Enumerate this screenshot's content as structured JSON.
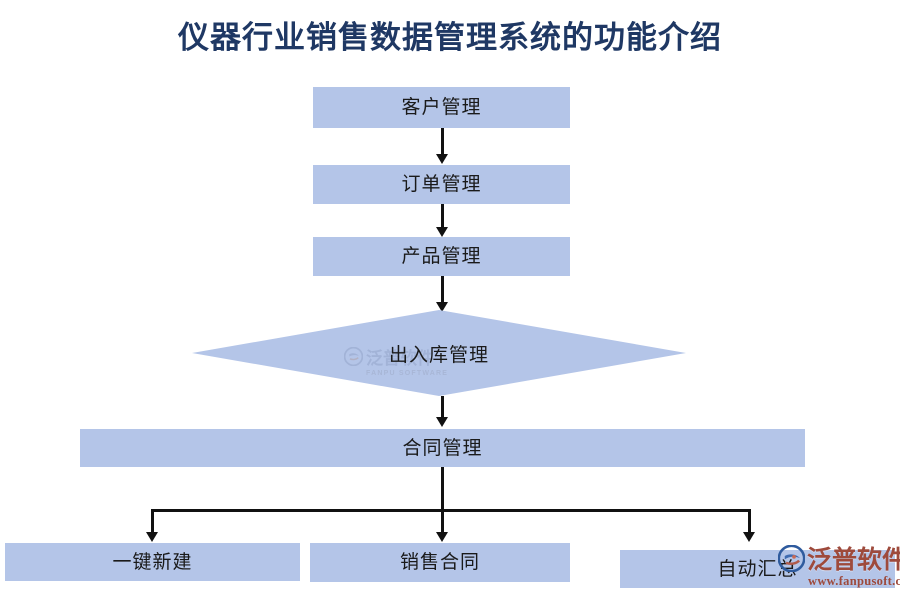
{
  "page": {
    "title": "仪器行业销售数据管理系统的功能介绍",
    "title_color": "#1F3864",
    "background_color": "#FFFFFF"
  },
  "theme": {
    "node_fill": "#B4C5E8",
    "node_text_color": "#1A1A1A",
    "connector_color": "#111111",
    "watermark_corner_color": "#9E4A3C",
    "watermark_center_color": "#8E9EC4"
  },
  "chart_data": {
    "type": "diagram",
    "title": "仪器行业销售数据管理系统的功能介绍",
    "flow": [
      {
        "id": "customer",
        "label": "客户管理",
        "shape": "rect"
      },
      {
        "id": "order",
        "label": "订单管理",
        "shape": "rect"
      },
      {
        "id": "product",
        "label": "产品管理",
        "shape": "rect"
      },
      {
        "id": "warehouse",
        "label": "出入库管理",
        "shape": "diamond"
      },
      {
        "id": "contract",
        "label": "合同管理",
        "shape": "rect-wide"
      },
      {
        "id": "quicknew",
        "label": "一键新建",
        "shape": "rect"
      },
      {
        "id": "salescontract",
        "label": "销售合同",
        "shape": "rect"
      },
      {
        "id": "autosum",
        "label": "自动汇总",
        "shape": "rect"
      }
    ],
    "edges": [
      {
        "from": "customer",
        "to": "order"
      },
      {
        "from": "order",
        "to": "product"
      },
      {
        "from": "product",
        "to": "warehouse"
      },
      {
        "from": "warehouse",
        "to": "contract"
      },
      {
        "from": "contract",
        "to": "quicknew"
      },
      {
        "from": "contract",
        "to": "salescontract"
      },
      {
        "from": "contract",
        "to": "autosum"
      }
    ]
  },
  "nodes": {
    "customer": "客户管理",
    "order": "订单管理",
    "product": "产品管理",
    "warehouse": "出入库管理",
    "contract": "合同管理",
    "quicknew": "一键新建",
    "salescontract": "销售合同",
    "autosum": "自动汇总"
  },
  "watermark_center": {
    "brand_cn": "泛普软件",
    "brand_en": "FANPU SOFTWARE"
  },
  "watermark_corner": {
    "brand_cn": "泛普软件",
    "url": "www.fanpusoft.com"
  }
}
